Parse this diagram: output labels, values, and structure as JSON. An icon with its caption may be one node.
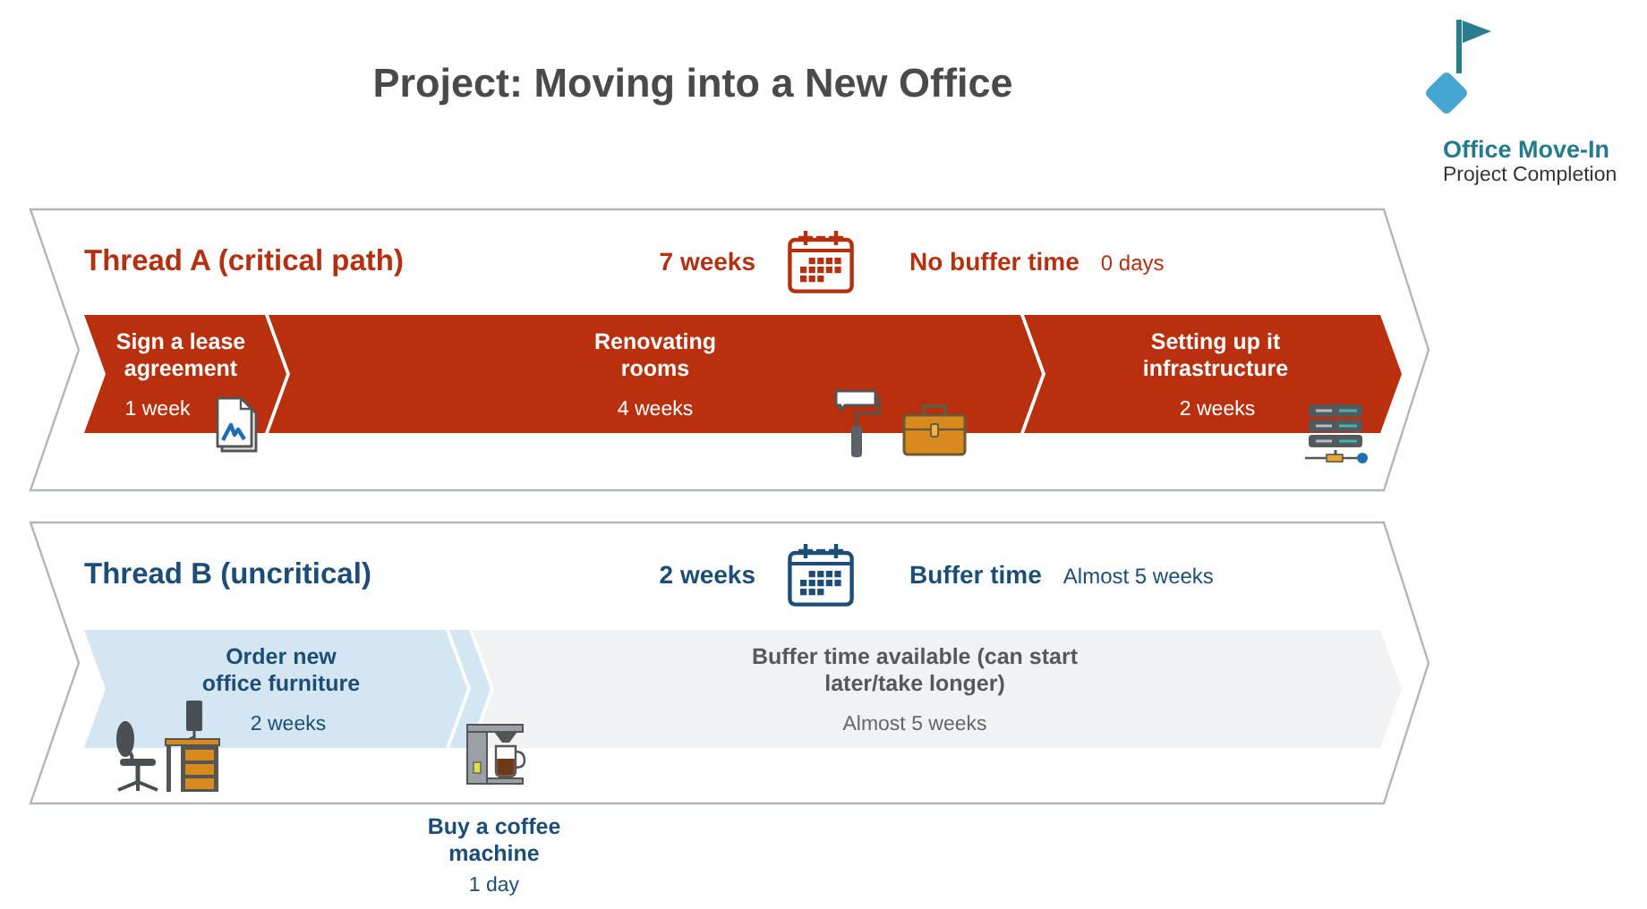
{
  "diagram": {
    "title": "Project: Moving into a New Office",
    "nodes": [
      {
        "text": [
          "Thread A (critical path)",
          "7 weeks",
          "No buffer time",
          "0 days"
        ]
      },
      {
        "text": [
          "Sign a lease agreement",
          "1 week"
        ],
        "in": 0
      },
      {
        "text": [
          "Renovating rooms",
          "4 weeks"
        ],
        "in": 0
      },
      {
        "text": [
          "Setting up it infrastructure",
          "2 weeks"
        ],
        "in": 0
      },
      {
        "text": [
          "Thread B (uncritical)",
          "2 weeks",
          "Buffer time",
          "Almost 5 weeks"
        ]
      },
      {
        "text": [
          "Order new office furniture",
          "2 weeks"
        ],
        "in": 4
      },
      {
        "text": [],
        "shape": "chevron",
        "in": 4,
        "beside": [
          "Buy a coffee machine",
          "1 day"
        ]
      },
      {
        "text": [
          "Buffer time available (can start later/take longer)",
          "Almost 5 weeks"
        ],
        "in": 4
      }
    ],
    "labels": [
      "Office Move-In",
      "Project Completion"
    ]
  }
}
